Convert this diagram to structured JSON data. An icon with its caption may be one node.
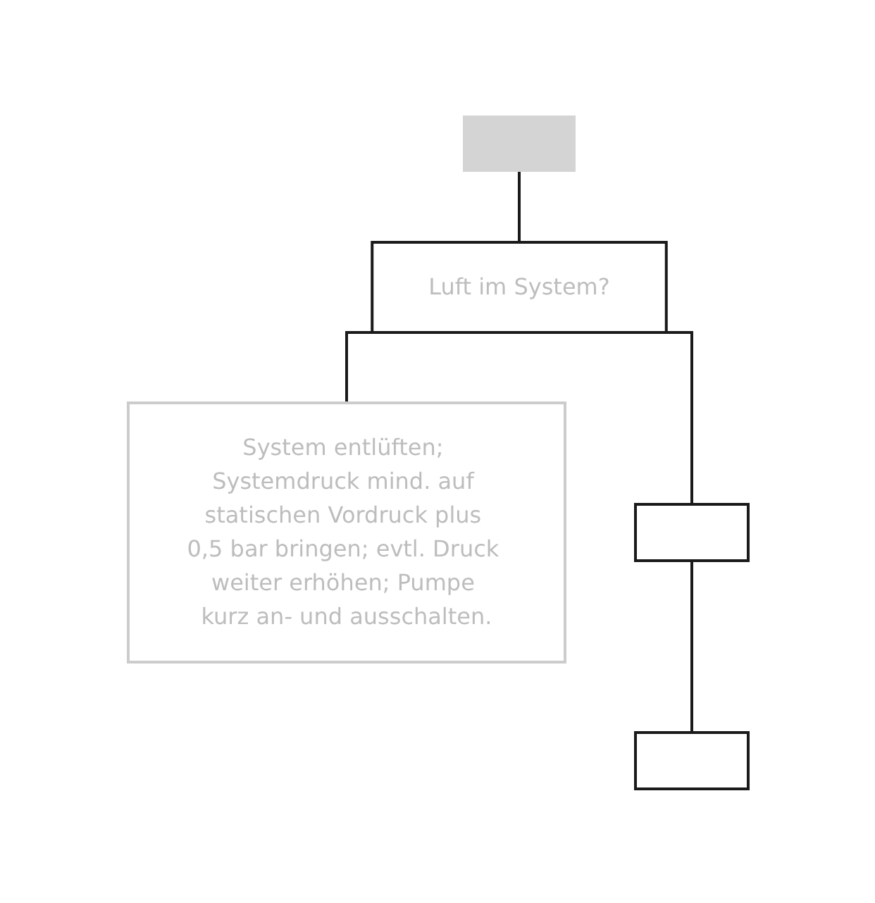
{
  "diagram": {
    "nodes": [
      {
        "text": [],
        "shape": "bar"
      },
      {
        "text": [
          "Luft im System?"
        ]
      },
      {
        "text": [
          "System entlüften; Systemdruck mind. auf statischen Vordruck plus 0,5 bar bringen; evtl. Druck weiter erhöhen; Pumpe kurz an- und ausschalten."
        ]
      },
      {
        "text": [],
        "shape": "box"
      },
      {
        "text": [],
        "shape": "box"
      }
    ],
    "edges": [
      {
        "from": 0,
        "to": 1,
        "arrow": "none"
      },
      {
        "from": 1,
        "to": 3,
        "arrow": "none"
      },
      {
        "from": 1,
        "to": 2,
        "arrow": "none"
      },
      {
        "from": 3,
        "to": 4,
        "arrow": "none"
      }
    ]
  }
}
